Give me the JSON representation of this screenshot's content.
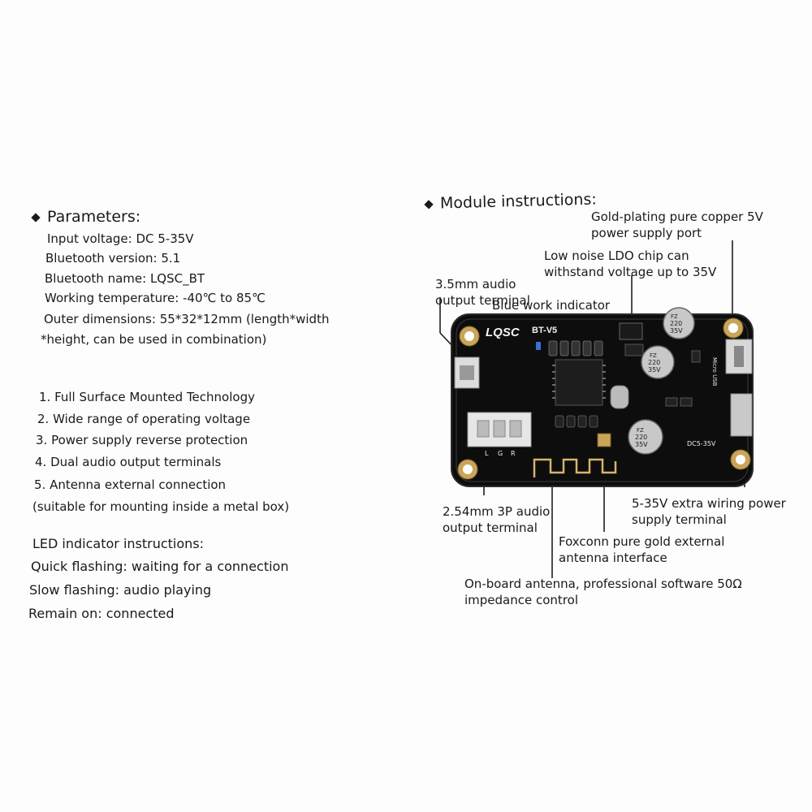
{
  "parameters": {
    "heading": "Parameters:",
    "lines": [
      "Input voltage: DC 5-35V",
      "Bluetooth version: 5.1",
      "Bluetooth name: LQSC_BT",
      "Working temperature: -40℃ to 85℃",
      "Outer dimensions: 55*32*12mm (length*width",
      "*height, can be used in combination)"
    ]
  },
  "features": [
    "1. Full Surface Mounted Technology",
    "2. Wide range of operating voltage",
    "3. Power supply reverse protection",
    "4. Dual audio output terminals",
    "5. Antenna external connection",
    "(suitable for mounting inside a metal box)"
  ],
  "led": {
    "heading": "LED indicator instructions:",
    "lines": [
      "Quick flashing: waiting for a connection",
      "Slow flashing: audio playing",
      "Remain on: connected"
    ]
  },
  "module": {
    "heading": "Module instructions:",
    "callouts": {
      "usb_port": "Gold-plating pure copper 5V power supply port",
      "ldo_chip": "Low noise LDO chip can withstand voltage up to 35V",
      "audio_35": "3.5mm audio output terminal",
      "blue_led": "Blue work indicator",
      "audio_254": "2.54mm 3P audio output terminal",
      "power_terminal": "5-35V extra wiring power supply terminal",
      "ext_antenna": "Foxconn pure gold external antenna interface",
      "onboard_antenna": "On-board antenna, professional software 50Ω impedance control"
    },
    "board": {
      "brand": "LQSC",
      "model": "BT-V5",
      "cap_text": [
        "FZ",
        "220",
        "35V"
      ],
      "usb_label": "Micro USB",
      "dc_label": "DC5-35V",
      "pin_labels": [
        "L",
        "G",
        "R"
      ]
    }
  }
}
